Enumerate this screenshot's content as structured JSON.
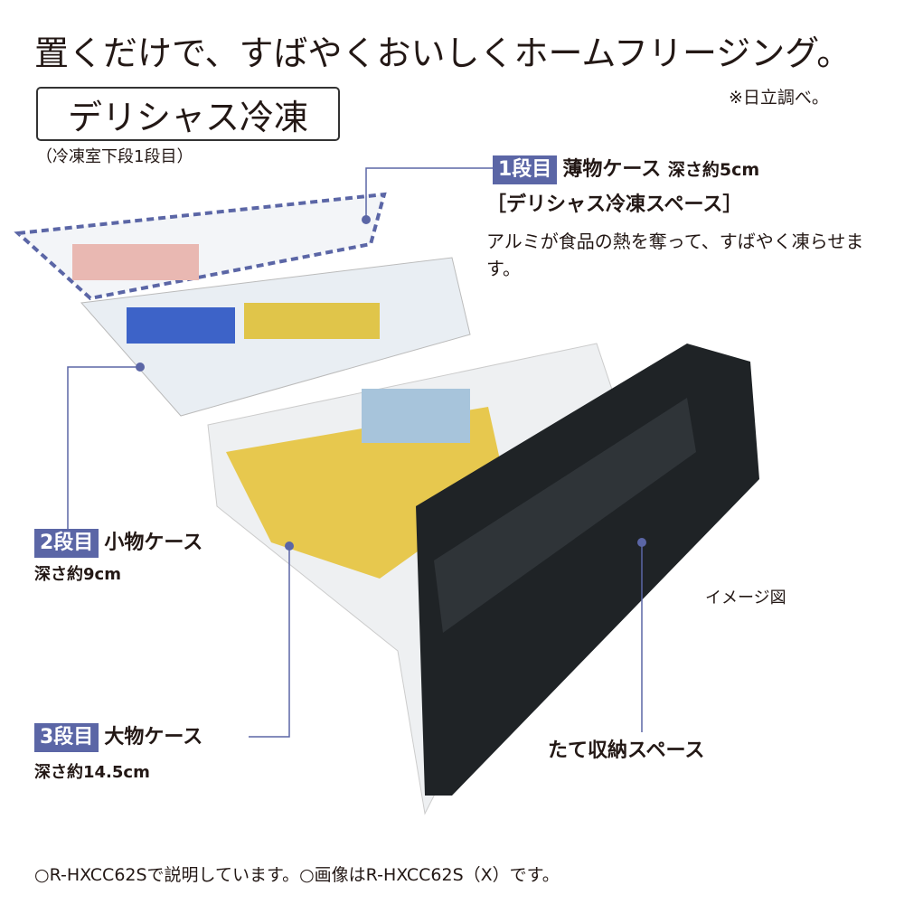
{
  "headline": "置くだけで、すばやくおいしくホームフリージング。",
  "note": "※日立調べ。",
  "brand": "デリシャス冷凍",
  "brand_sub": "（冷凍室下段1段目）",
  "tier1": {
    "tag": "1段目",
    "name": "薄物ケース",
    "depth": "深さ約5cm",
    "space": "［デリシャス冷凍スペース］",
    "desc": "アルミが食品の熱を奪って、すばやく凍らせます。"
  },
  "tier2": {
    "tag": "2段目",
    "name": "小物ケース",
    "depth": "深さ約9cm"
  },
  "tier3": {
    "tag": "3段目",
    "name": "大物ケース",
    "depth": "深さ約14.5cm"
  },
  "image_label": "イメージ図",
  "vertical_label": "たて収納スペース",
  "footer": "○R-HXCC62Sで説明しています。○画像はR-HXCC62S（X）です。",
  "colors": {
    "accent": "#5b66a6",
    "door": "#1f2326"
  }
}
